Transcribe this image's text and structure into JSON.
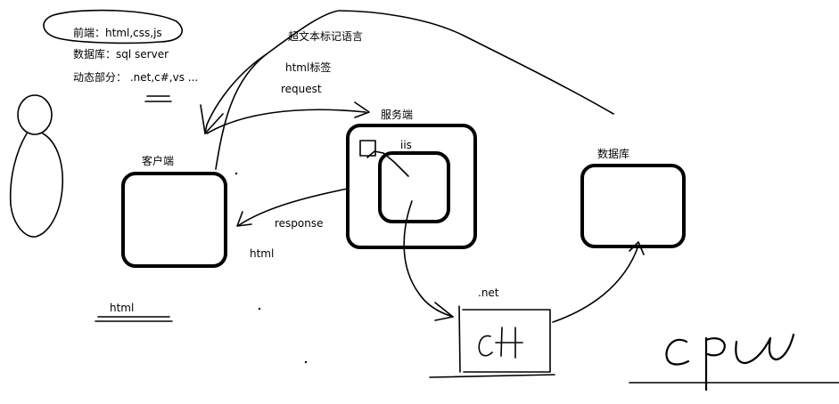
{
  "notes": {
    "frontend": "前端：html,css,js",
    "database": "数据库：sql server",
    "dynamic": "动态部分： .net,c#,vs ..."
  },
  "labels": {
    "hypertext": "超文本标记语言",
    "html_tag": "html标签",
    "request": "request",
    "server": "服务端",
    "iis": "iis",
    "client": "客户端",
    "response": "response",
    "html_response": "html",
    "html_bottom": "html",
    "dotnet": ".net",
    "database": "数据库",
    "csharp": "c#",
    "cpu": "CPU"
  }
}
